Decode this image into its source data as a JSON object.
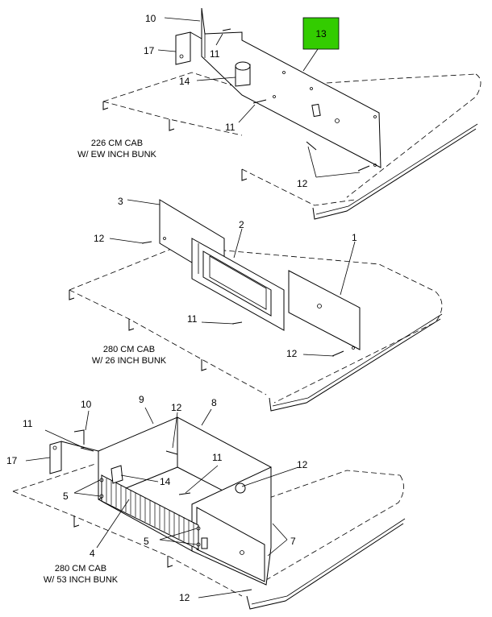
{
  "highlight": {
    "label": "13",
    "color": "#33cc00"
  },
  "captions": {
    "top": {
      "line1": "226 CM CAB",
      "line2": "W/ EW INCH BUNK"
    },
    "middle": {
      "line1": "280 CM CAB",
      "line2": "W/ 26 INCH BUNK"
    },
    "bottom": {
      "line1": "280 CM CAB",
      "line2": "W/ 53 INCH BUNK"
    }
  },
  "callouts": {
    "top": {
      "c10": "10",
      "c17": "17",
      "c11a": "11",
      "c14": "14",
      "c11b": "11",
      "c12": "12"
    },
    "middle": {
      "c3": "3",
      "c2": "2",
      "c1": "1",
      "c12a": "12",
      "c11": "11",
      "c12b": "12"
    },
    "bottom": {
      "c10": "10",
      "c9": "9",
      "c12a": "12",
      "c8": "8",
      "c11a": "11",
      "c17": "17",
      "c14": "14",
      "c11b": "11",
      "c12b": "12",
      "c5a": "5",
      "c4": "4",
      "c5b": "5",
      "c7": "7",
      "c12c": "12"
    }
  }
}
